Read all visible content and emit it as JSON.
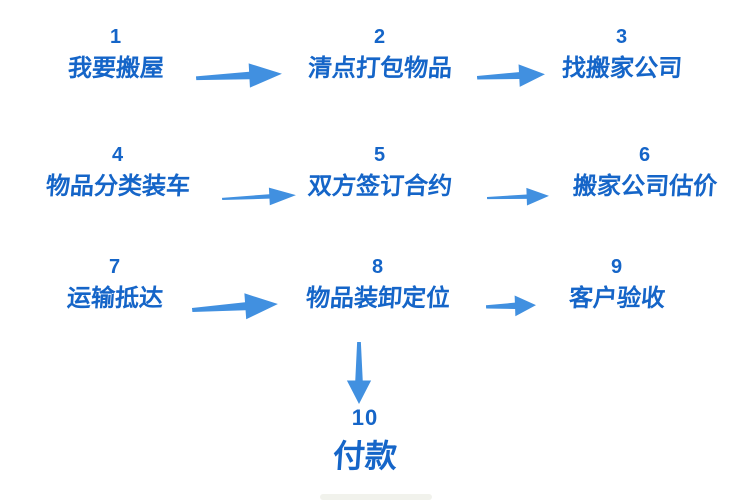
{
  "colors": {
    "step_text": "#1565c8",
    "arrow": "#4190e0",
    "background": "#ffffff"
  },
  "steps": [
    {
      "num": "1",
      "label": "我要搬屋"
    },
    {
      "num": "2",
      "label": "清点打包物品"
    },
    {
      "num": "3",
      "label": "找搬家公司"
    },
    {
      "num": "4",
      "label": "物品分类装车"
    },
    {
      "num": "5",
      "label": "双方签订合约"
    },
    {
      "num": "6",
      "label": "搬家公司估价"
    },
    {
      "num": "7",
      "label": "运输抵达"
    },
    {
      "num": "8",
      "label": "物品装卸定位"
    },
    {
      "num": "9",
      "label": "客户验收"
    },
    {
      "num": "10",
      "label": "付款"
    }
  ],
  "flow": [
    "1→2",
    "2→3",
    "4→5",
    "5→6",
    "7→8",
    "8→9",
    "8→10"
  ]
}
